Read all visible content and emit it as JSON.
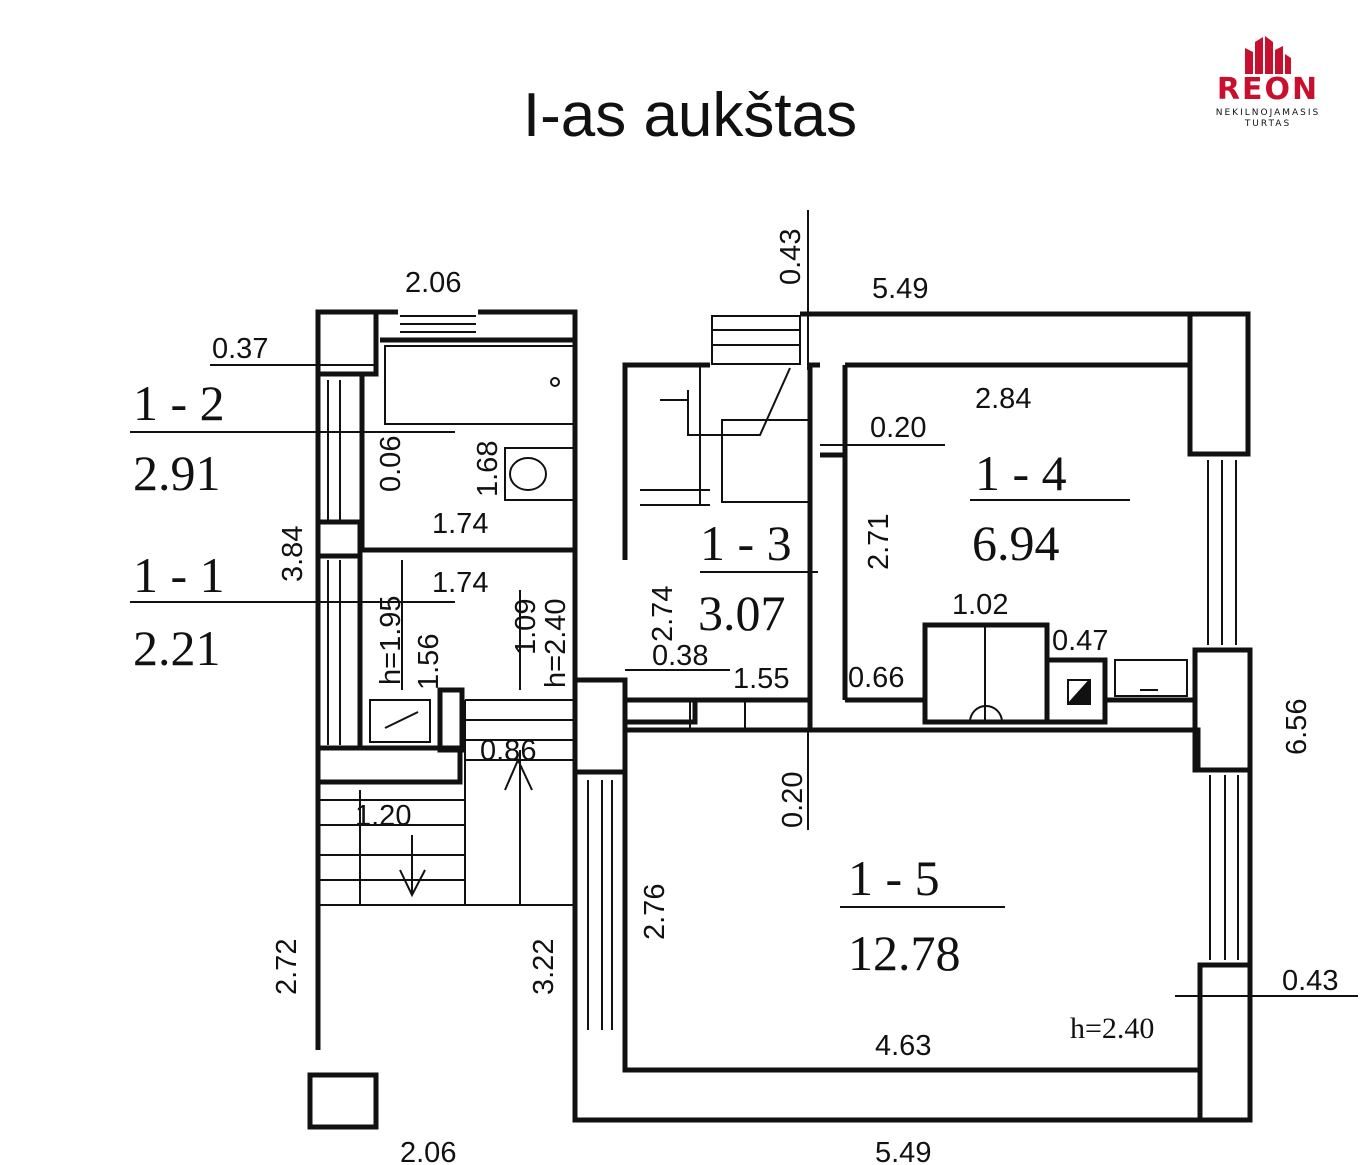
{
  "title": "I-as aukštas",
  "logo": {
    "word": "REON",
    "line1": "NEKILNOJAMASIS",
    "line2": "TURTAS",
    "color": "#c8102e"
  },
  "rooms": [
    {
      "id": "1-2",
      "label": "1 - 2",
      "area": "2.91"
    },
    {
      "id": "1-1",
      "label": "1 - 1",
      "area": "2.21"
    },
    {
      "id": "1-3",
      "label": "1 - 3",
      "area": "3.07"
    },
    {
      "id": "1-4",
      "label": "1 - 4",
      "area": "6.94"
    },
    {
      "id": "1-5",
      "label": "1 - 5",
      "area": "12.78"
    }
  ],
  "heights": {
    "h1": "h=1.95",
    "h2": "h=2.40",
    "h3": "h=2.40"
  },
  "dimensions": {
    "top_left_width": "2.06",
    "top_right_width": "5.49",
    "bottom_left_width": "2.06",
    "bottom_right_width": "5.49",
    "top_mark": "0.43",
    "right_mark": "0.43",
    "wall_037": "0.37",
    "d_006": "0.06",
    "d_168": "1.68",
    "d_174a": "1.74",
    "d_174b": "1.74",
    "d_384": "3.84",
    "d_156": "1.56",
    "d_109": "1.09",
    "d_274": "2.74",
    "d_038": "0.38",
    "d_155": "1.55",
    "d_086": "0.86",
    "d_120": "1.20",
    "d_272": "2.72",
    "d_322": "3.22",
    "d_276": "2.76",
    "d_020a": "0.20",
    "d_020b": "0.20",
    "d_284": "2.84",
    "d_271": "2.71",
    "d_102": "1.02",
    "d_047": "0.47",
    "d_066": "0.66",
    "d_656": "6.56",
    "d_463": "4.63"
  }
}
